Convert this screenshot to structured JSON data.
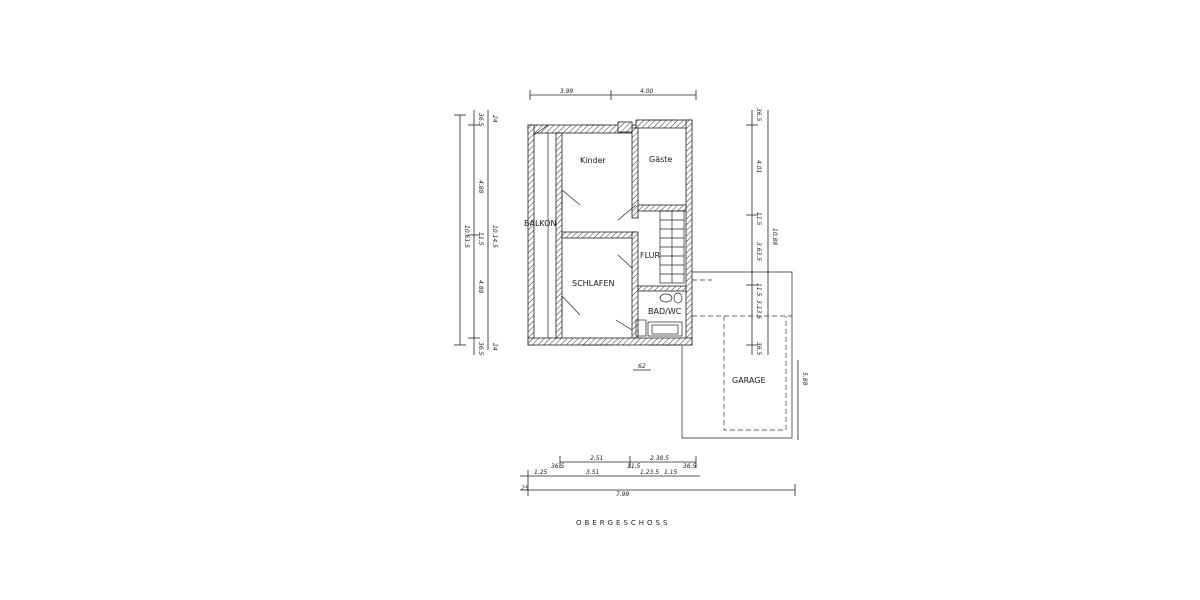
{
  "title": "OBERGESCHOSS",
  "rooms": {
    "kinder": "Kinder",
    "gaeste": "Gäste",
    "balkon": "BALKON",
    "flur": "FLUR",
    "schlafen": "SCHLAFEN",
    "bad": "BAD/WC",
    "garage": "GARAGE"
  },
  "dimensions": {
    "top": [
      "3.99",
      "4.00"
    ],
    "left_outer": [
      "36.5",
      "4.88",
      "11.5",
      "4.88",
      "36.5"
    ],
    "left_inner": [
      "24",
      "10.14.5",
      "24"
    ],
    "left_total": "10.61.5",
    "right_outer": [
      "36.5",
      "4.01",
      "11.5",
      "3.63.5",
      "11.5",
      "3.13.5",
      "36.5"
    ],
    "right_total": "10.88",
    "garage_depth": "5.88",
    "window_62": "62",
    "bottom_row1": [
      "2.51",
      "2.38.5"
    ],
    "bottom_row2": [
      "1.25",
      "36.5",
      "3.51",
      "11.5",
      "1.23.5",
      "1.15",
      "36.5"
    ],
    "bottom_total": "7.99",
    "bottom_25": "25"
  }
}
